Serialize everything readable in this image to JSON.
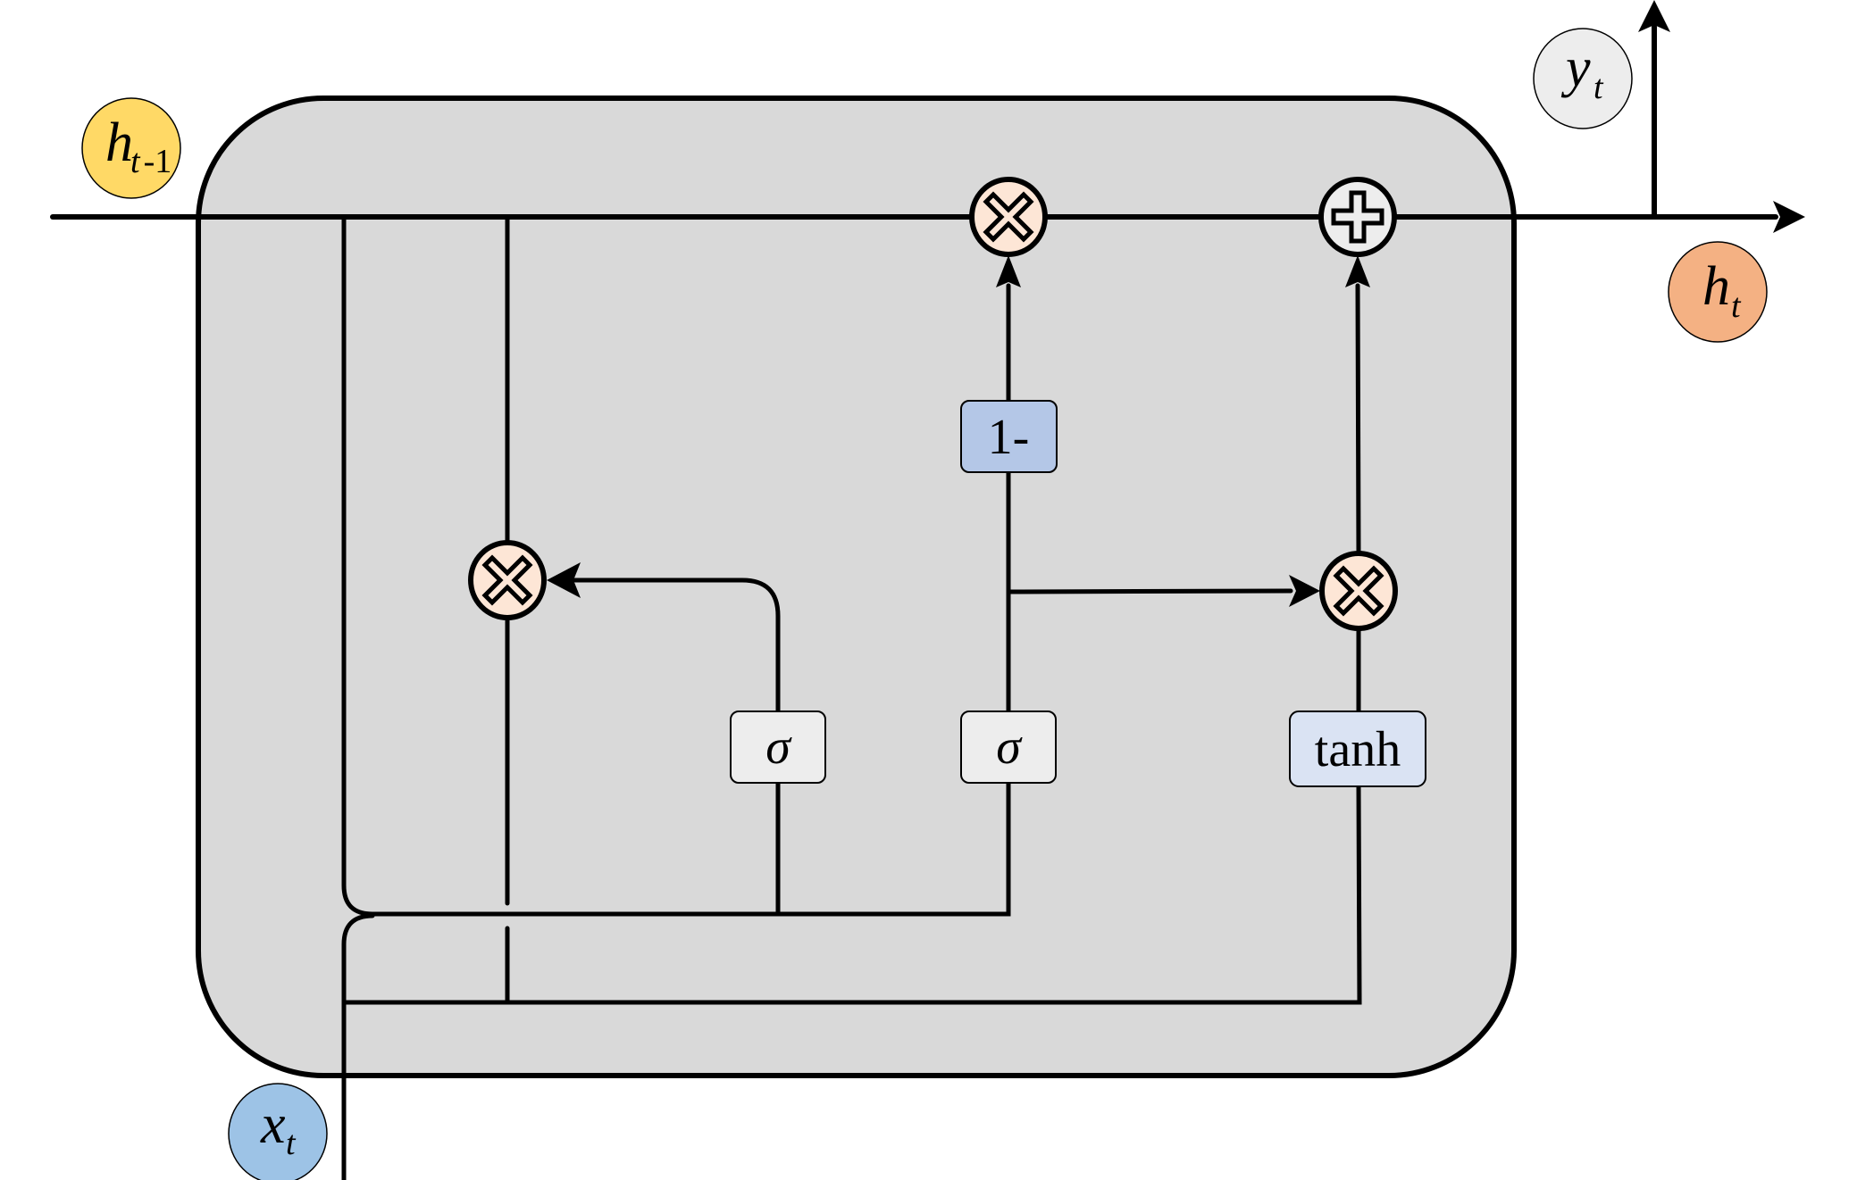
{
  "diagram": {
    "title": "GRU cell",
    "colors": {
      "cell_background": "#d9d9d9",
      "h_prev": "#ffd966",
      "h_t": "#f4b183",
      "x_t": "#9dc3e6",
      "y_t": "#ededed",
      "multiply_op": "#fde6d6",
      "add_op": "#ededed",
      "sigma_gate": "#ededed",
      "one_minus_gate": "#b4c7e7",
      "tanh_gate": "#dae3f3"
    },
    "variables": {
      "h_prev": {
        "main": "h",
        "sub": "t-1"
      },
      "h_t": {
        "main": "h",
        "sub": "t"
      },
      "x_t": {
        "main": "x",
        "sub": "t"
      },
      "y_t": {
        "main": "y",
        "sub": "t"
      }
    },
    "gates": {
      "reset_sigma": "σ",
      "update_sigma": "σ",
      "one_minus": "1-",
      "tanh": "tanh"
    },
    "operators": {
      "reset_multiply": "multiply",
      "top_multiply": "multiply",
      "candidate_multiply": "multiply",
      "add": "add"
    }
  }
}
